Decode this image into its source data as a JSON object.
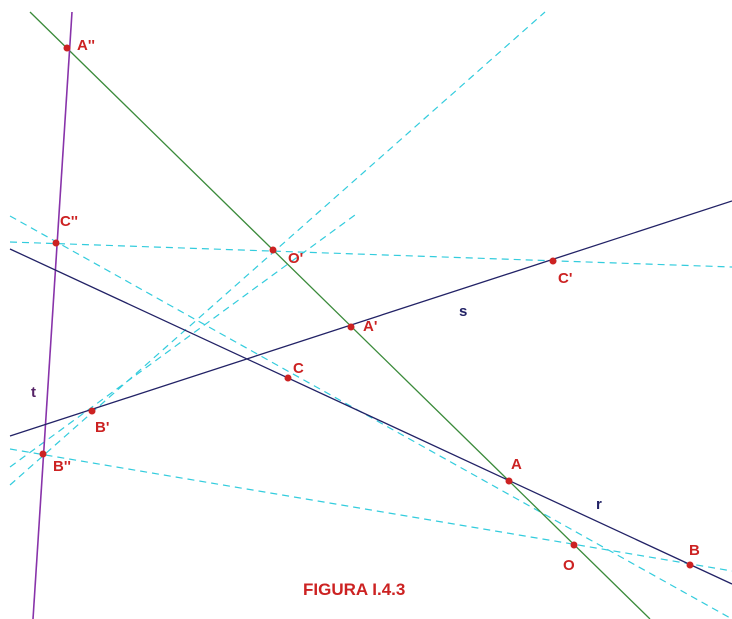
{
  "caption": "FIGURA I.4.3",
  "points": {
    "A2": "A''",
    "C2": "C''",
    "O1": "O'",
    "C1": "C'",
    "A1": "A'",
    "C": "C",
    "B1": "B'",
    "B2": "B''",
    "A": "A",
    "O": "O",
    "B": "B"
  },
  "lines": {
    "s": "s",
    "r": "r",
    "t": "t"
  },
  "colors": {
    "point": "#cc2222",
    "line_rs": "#222266",
    "line_t": "#8833aa",
    "line_green": "#3a8a3a",
    "dashed": "#33ccdd"
  }
}
